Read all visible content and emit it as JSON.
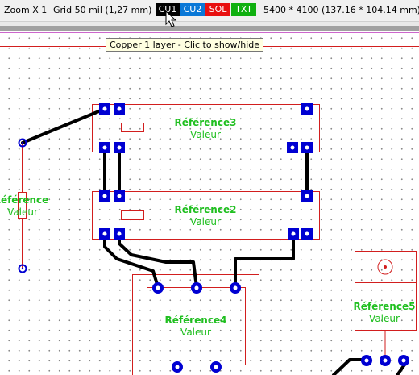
{
  "toolbar": {
    "zoom_label": "Zoom X 1",
    "grid_label": "Grid 50 mil (1,27 mm)",
    "layers": [
      {
        "label": "CU1",
        "color": "#000000"
      },
      {
        "label": "CU2",
        "color": "#0a78d7"
      },
      {
        "label": "SOL",
        "color": "#e81010"
      },
      {
        "label": "TXT",
        "color": "#10b010"
      }
    ],
    "dimensions": "5400 * 4100 (137.16 * 104.14 mm)"
  },
  "tooltip": {
    "text": "Copper 1 layer - Clic to show/hide"
  },
  "components": [
    {
      "reference": "Référence3",
      "value": "Valeur"
    },
    {
      "reference": "Référence2",
      "value": "Valeur"
    },
    {
      "reference": "Référence",
      "value": "Valeur"
    },
    {
      "reference": "Référence4",
      "value": "Valeur"
    },
    {
      "reference": "Référence5",
      "value": "Valeur"
    }
  ],
  "colors": {
    "outline": "#d21e1e",
    "pad": "#0000d2",
    "track": "#000000",
    "label": "#1fbf1f"
  }
}
